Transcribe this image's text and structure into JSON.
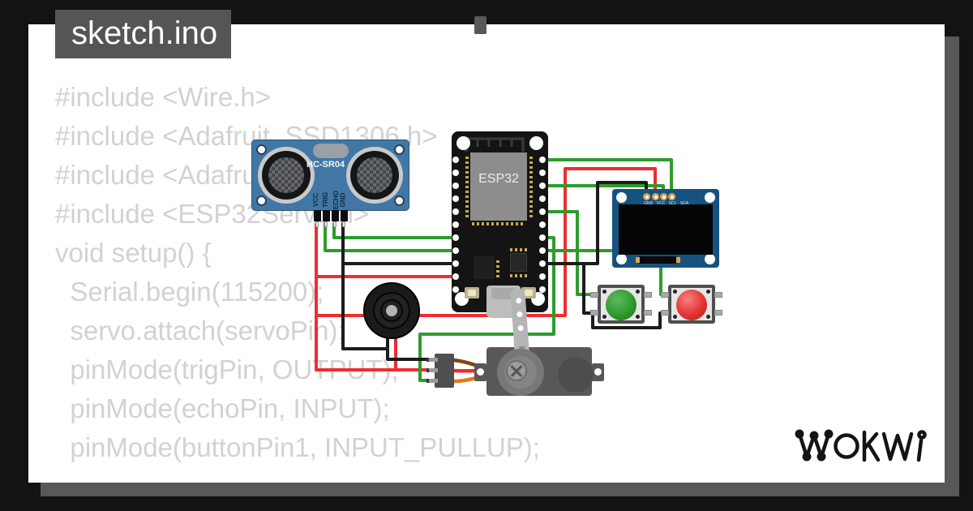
{
  "window": {
    "filename": "sketch.ino"
  },
  "code": {
    "lines": [
      "#include <Wire.h>",
      "#include <Adafruit_SSD1306.h>",
      "#include <Adafruit_GFX.h>",
      "#include <ESP32Servo.h>",
      "",
      "void setup() {",
      "  Serial.begin(115200);",
      "  servo.attach(servoPin);",
      "  pinMode(trigPin, OUTPUT);",
      "  pinMode(echoPin, INPUT);",
      "  pinMode(buttonPin1, INPUT_PULLUP);"
    ]
  },
  "components": {
    "ultrasonic": {
      "label": "HC-SR04",
      "pins": [
        "VCC",
        "TRIG",
        "ECHO",
        "GND"
      ]
    },
    "esp32": {
      "label": "ESP32"
    },
    "oled": {
      "pins": [
        "GND",
        "VCC",
        "SCL",
        "SDA"
      ]
    },
    "buttons": [
      {
        "cap": "green"
      },
      {
        "cap": "red"
      }
    ]
  },
  "branding": {
    "logo_text": "WOKWI"
  },
  "colors": {
    "frame": "#131313",
    "shadow": "#585858",
    "tab": "#555555",
    "code-text": "#d2d2d2",
    "wire-red": "#ee2e2e",
    "wire-green": "#2d9c2d",
    "wire-black": "#1c1c1c",
    "sensor-board": "#4277a5",
    "oled-board": "#16527f",
    "esp-board": "#141414",
    "btn-green-cap": "#2e9b2e",
    "btn-red-cap": "#e23434",
    "servo-body": "#585858"
  }
}
